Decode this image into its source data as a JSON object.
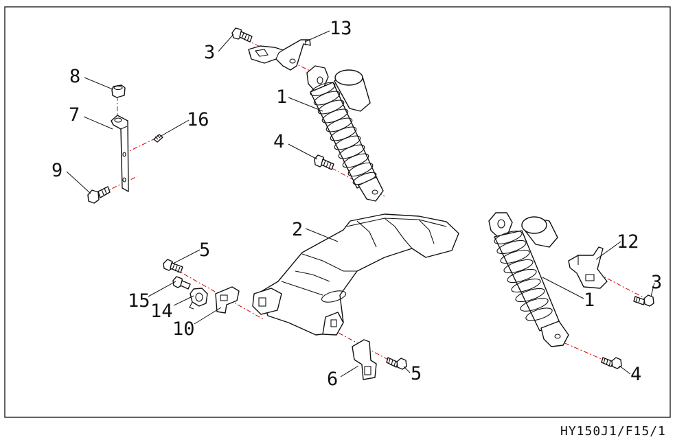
{
  "drawing_code": "HY150J1/F15/1",
  "callouts": {
    "c1a": "1",
    "c1b": "1",
    "c2": "2",
    "c3a": "3",
    "c3b": "3",
    "c4a": "4",
    "c4b": "4",
    "c5a": "5",
    "c5b": "5",
    "c6": "6",
    "c7": "7",
    "c8": "8",
    "c9": "9",
    "c10": "10",
    "c12": "12",
    "c13": "13",
    "c14": "14",
    "c15": "15",
    "c16": "16"
  },
  "colors": {
    "line": "#111111",
    "centerline": "#d40000",
    "background": "#ffffff"
  }
}
